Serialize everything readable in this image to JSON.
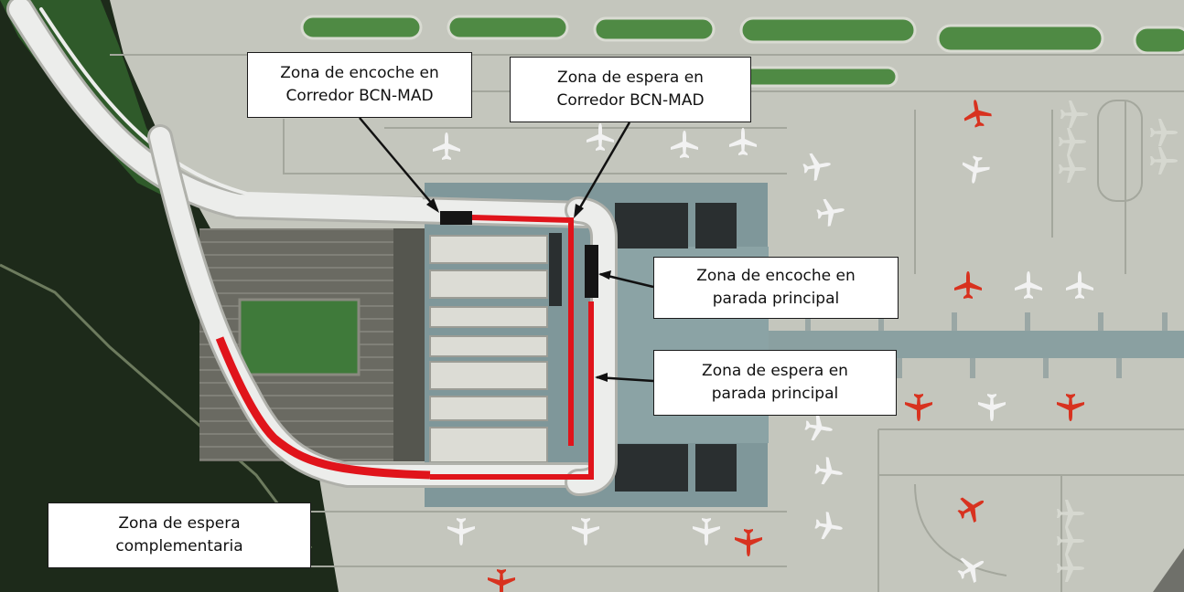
{
  "labels": {
    "bcn_encoche": {
      "line1": "Zona de encoche en",
      "line2": "Corredor BCN-MAD"
    },
    "bcn_espera": {
      "line1": "Zona de espera en",
      "line2": "Corredor BCN-MAD"
    },
    "principal_encoche": {
      "line1": "Zona de encoche en",
      "line2": "parada principal"
    },
    "principal_espera": {
      "line1": "Zona de espera en",
      "line2": "parada principal"
    },
    "complementaria": {
      "line1": "Zona de espera",
      "line2": "complementaria"
    }
  },
  "colors": {
    "tarmac": "#c4c6bd",
    "taxiway_line": "#a4a79d",
    "grass": "#3f7a3a",
    "dark_vegetation": "#1d2a1a",
    "terminal_roof": "#7f979a",
    "road": "#ecedeb",
    "waiting_zone": "#e0141b",
    "parking_zone": "#151515",
    "aircraft": "#f2f2f2",
    "aircraft_red": "#d8321f"
  },
  "icons": {
    "aircraft": "airplane-icon"
  }
}
